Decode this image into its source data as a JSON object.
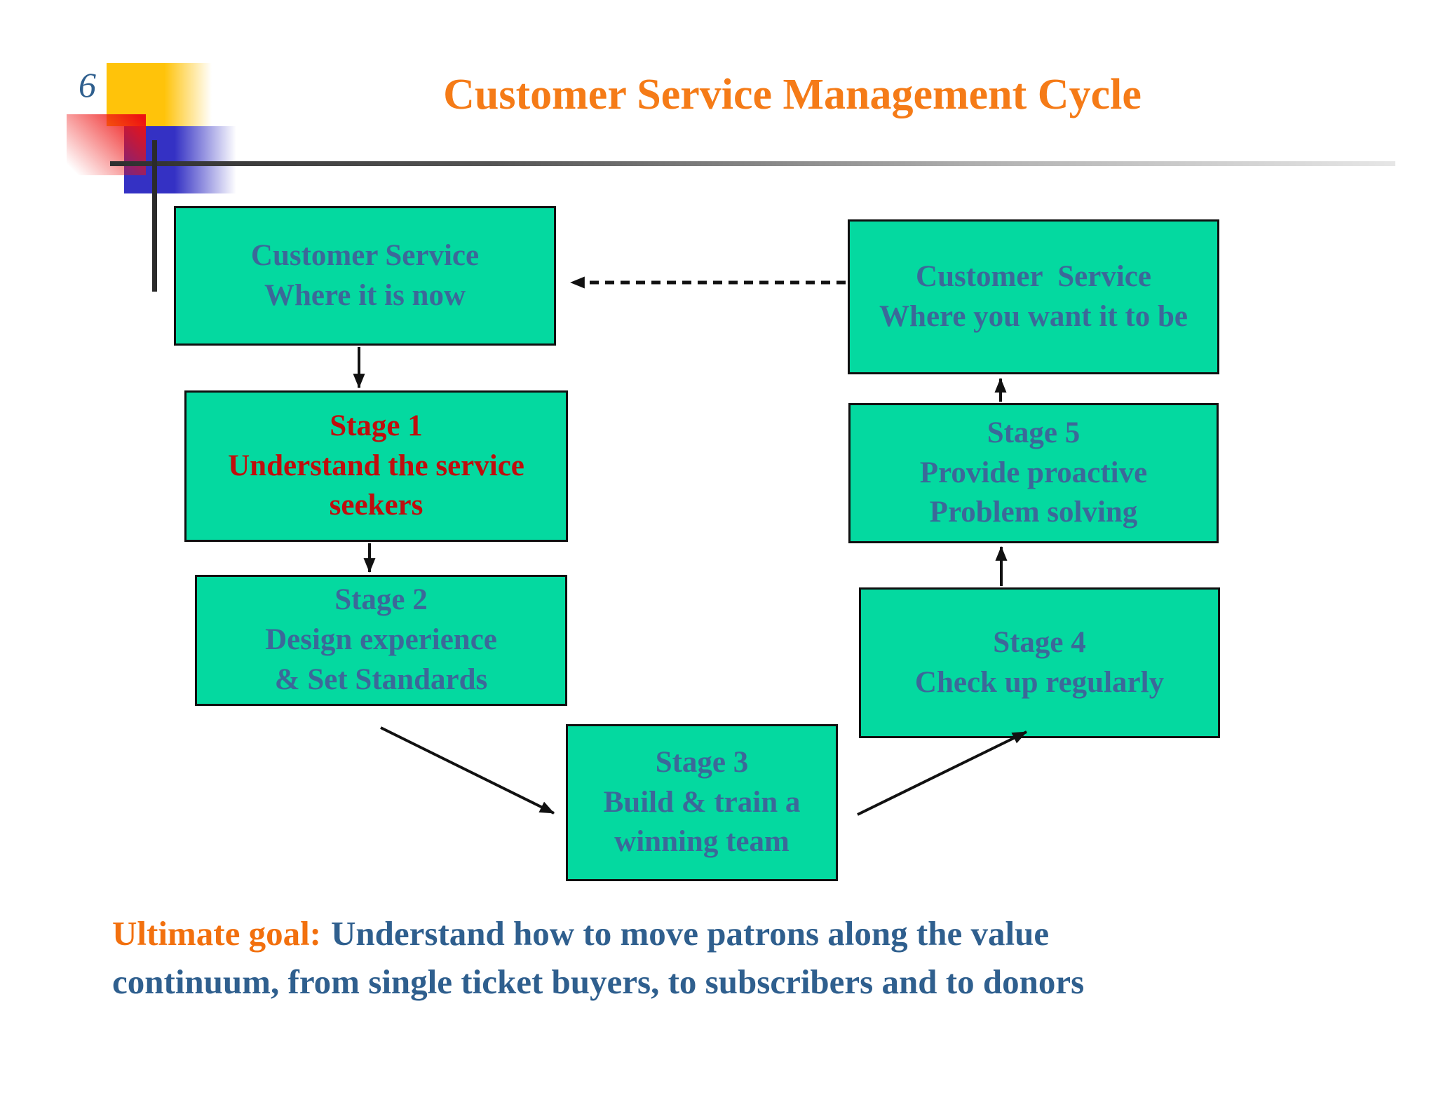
{
  "slide": {
    "page_number": "6",
    "title": "Customer Service Management Cycle"
  },
  "colors": {
    "box_fill": "#04D9A0",
    "box_border": "#101010",
    "box_text_blue": "#3C6899",
    "box_text_red": "#C00D0D",
    "title_orange": "#F57B17",
    "goal_orange": "#F2700E",
    "goal_blue": "#2F5F8E",
    "arrow_black": "#111111"
  },
  "boxes": {
    "current": {
      "lines": [
        "Customer Service",
        "Where it is now"
      ]
    },
    "stage1": {
      "lines": [
        "Stage 1",
        "Understand the service",
        "seekers"
      ]
    },
    "stage2": {
      "lines": [
        "Stage 2",
        "Design experience",
        "& Set Standards"
      ]
    },
    "stage3": {
      "lines": [
        "Stage 3",
        "Build & train a",
        "winning team"
      ]
    },
    "stage4": {
      "lines": [
        "Stage 4",
        "Check up regularly"
      ]
    },
    "stage5": {
      "lines": [
        "Stage 5",
        "Provide proactive",
        "Problem solving"
      ]
    },
    "target": {
      "lines": [
        "Customer  Service",
        "Where you want it to be"
      ]
    }
  },
  "goal": {
    "label": "Ultimate goal:",
    "line1": "Understand how to move patrons along the value",
    "line2": "continuum, from single ticket buyers, to subscribers and to donors"
  }
}
